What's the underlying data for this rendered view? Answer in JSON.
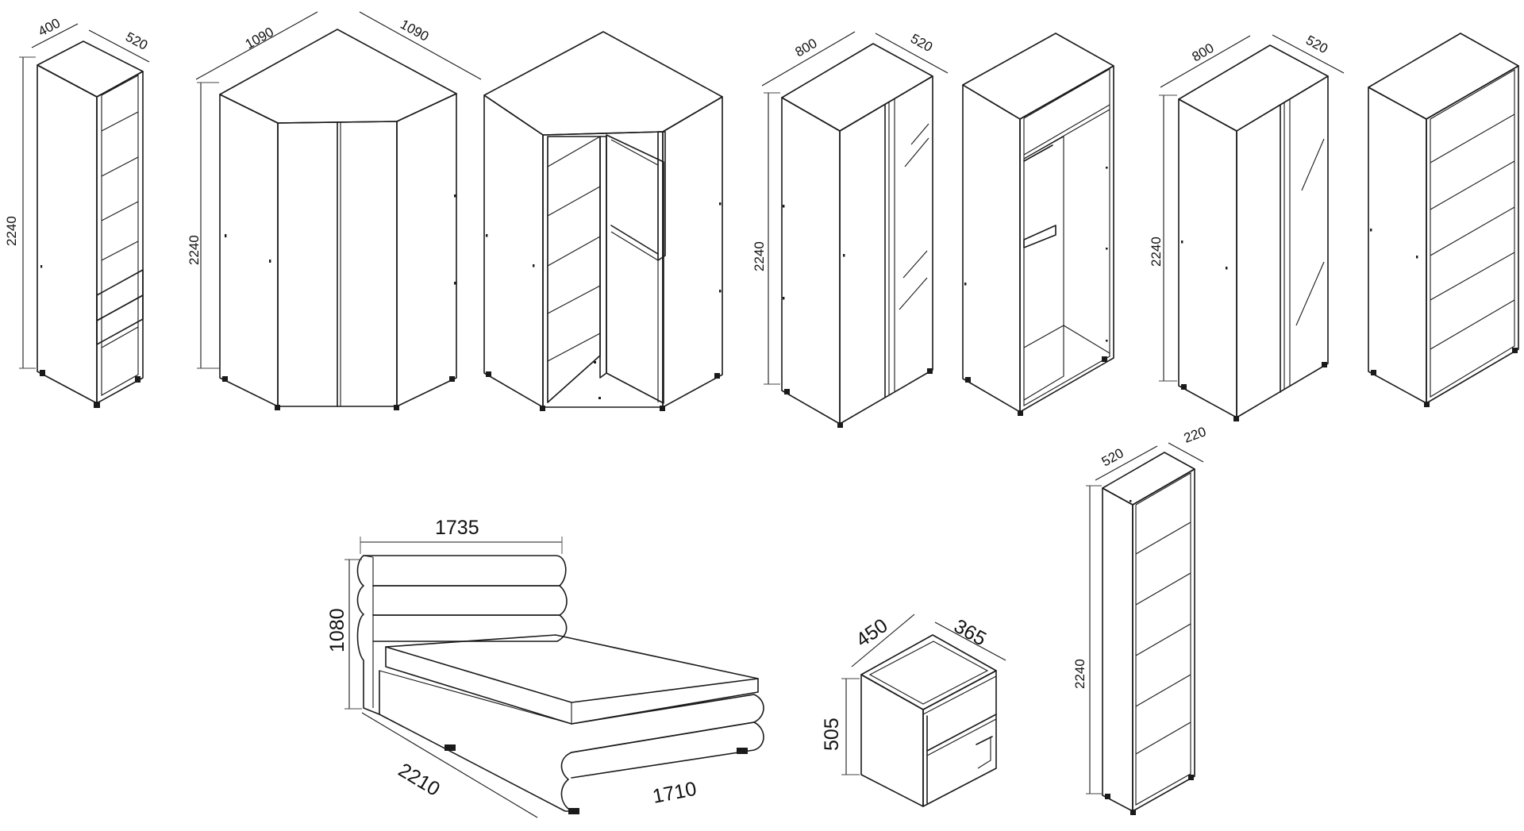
{
  "diagram": {
    "items": [
      {
        "name": "narrow-shelf-cabinet",
        "dims": {
          "width": "400",
          "depth": "520",
          "height": "2240"
        }
      },
      {
        "name": "corner-wardrobe-closed",
        "dims": {
          "width_left": "1090",
          "width_right": "1090",
          "height": "2240"
        }
      },
      {
        "name": "corner-wardrobe-open",
        "dims": {}
      },
      {
        "name": "mirror-wardrobe-1",
        "dims": {
          "width": "800",
          "depth": "520",
          "height": "2240"
        }
      },
      {
        "name": "hanging-wardrobe-open",
        "dims": {}
      },
      {
        "name": "mirror-wardrobe-2",
        "dims": {
          "width": "800",
          "depth": "520",
          "height": "2240"
        }
      },
      {
        "name": "open-shelf-unit",
        "dims": {}
      },
      {
        "name": "double-bed",
        "dims": {
          "headboard_width": "1735",
          "headboard_height": "1080",
          "length": "2210",
          "width": "1710"
        }
      },
      {
        "name": "nightstand",
        "dims": {
          "width": "450",
          "depth": "365",
          "height": "505"
        }
      },
      {
        "name": "tall-bookcase",
        "dims": {
          "width": "520",
          "depth": "220",
          "height": "2240"
        }
      }
    ]
  }
}
